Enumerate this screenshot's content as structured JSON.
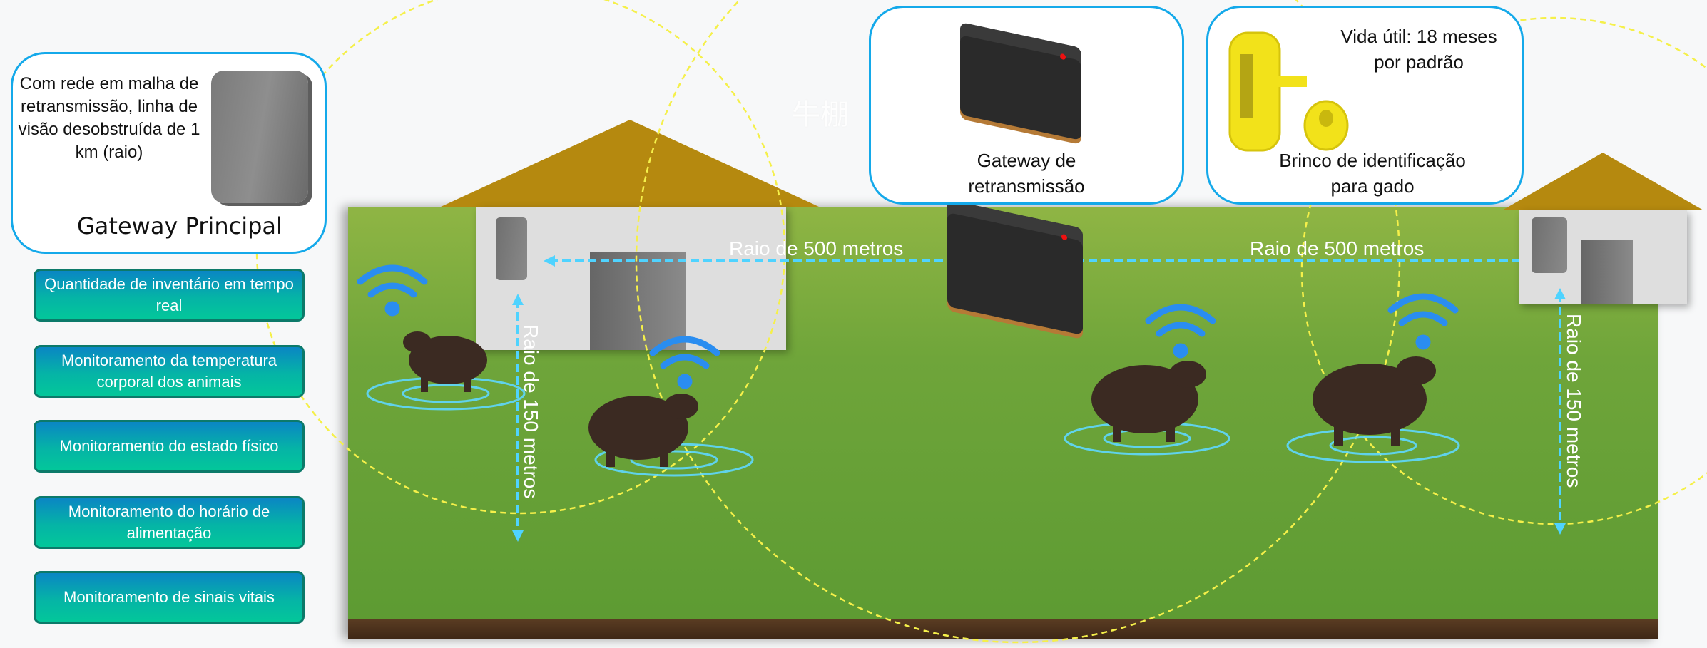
{
  "main_gateway": {
    "description": "Com rede em malha de retransmissão, linha de visão desobstruída de 1 km (raio)",
    "title": "Gateway Principal"
  },
  "features": [
    {
      "label": "Quantidade de inventário em tempo real"
    },
    {
      "label": "Monitoramento da temperatura corporal dos animais"
    },
    {
      "label": "Monitoramento do estado físico"
    },
    {
      "label": "Monitoramento do horário de alimentação"
    },
    {
      "label": "Monitoramento de sinais vitais"
    }
  ],
  "relay_gateway": {
    "caption_line1": "Gateway de",
    "caption_line2": "retransmissão"
  },
  "ear_tag": {
    "lifetime_line1": "Vida útil: 18 meses",
    "lifetime_line2": "por padrão",
    "caption_line1": "Brinco de identificação",
    "caption_line2": "para gado"
  },
  "cowshed_label": "牛棚",
  "ranges": {
    "left_500": "Raio de 500 metros",
    "right_500": "Raio de 500 metros",
    "left_150": "Raio de 150 metros",
    "right_150": "Raio de 150 metros"
  },
  "colors": {
    "card_border": "#14a9ea",
    "range_line": "#4fd3ff",
    "coverage_circle": "#f5f04a",
    "roof": "#b5890f"
  }
}
